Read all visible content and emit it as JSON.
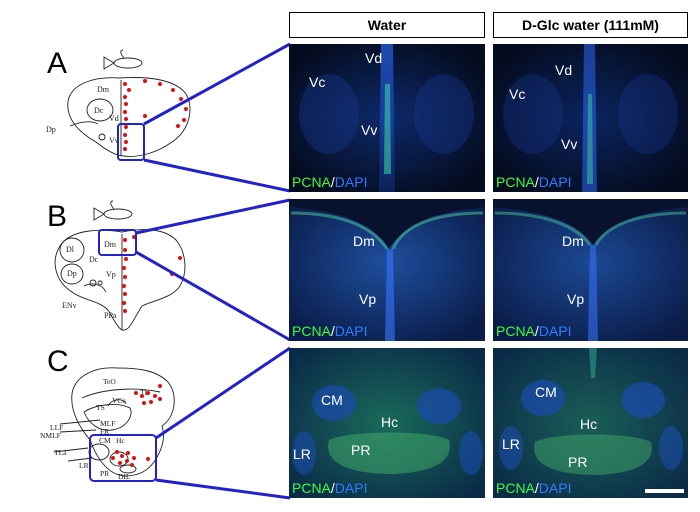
{
  "columns": {
    "water": "Water",
    "dglc": "D-Glc water (111mM)"
  },
  "panels": {
    "a": "A",
    "b": "B",
    "c": "C"
  },
  "stain": {
    "marker": "PCNA",
    "sep": "/",
    "counter": "DAPI"
  },
  "brain_labels": {
    "a": [
      "Dm",
      "Dc",
      "Dp",
      "Vd",
      "Vv"
    ],
    "b": [
      "Dl",
      "Dm",
      "Dc",
      "Dp",
      "Vp",
      "ENv",
      "PPa"
    ],
    "c": [
      "TeO",
      "TL",
      "VCe",
      "TS",
      "MLF",
      "LLF",
      "NMLF",
      "FR",
      "CM",
      "Hc",
      "TLa",
      "LR",
      "PR",
      "DIL"
    ]
  },
  "micro_labels": {
    "a_water": [
      "Vd",
      "Vc",
      "Vv"
    ],
    "a_dglc": [
      "Vd",
      "Vc",
      "Vv"
    ],
    "b_water": [
      "Dm",
      "Vp"
    ],
    "b_dglc": [
      "Dm",
      "Vp"
    ],
    "c_water": [
      "CM",
      "Hc",
      "LR",
      "PR"
    ],
    "c_dglc": [
      "CM",
      "Hc",
      "LR",
      "PR"
    ]
  },
  "colors": {
    "outline": "#2222cc",
    "dots": "#e01010",
    "pcna": "#3cff3c",
    "dapi": "#2f7dff"
  }
}
